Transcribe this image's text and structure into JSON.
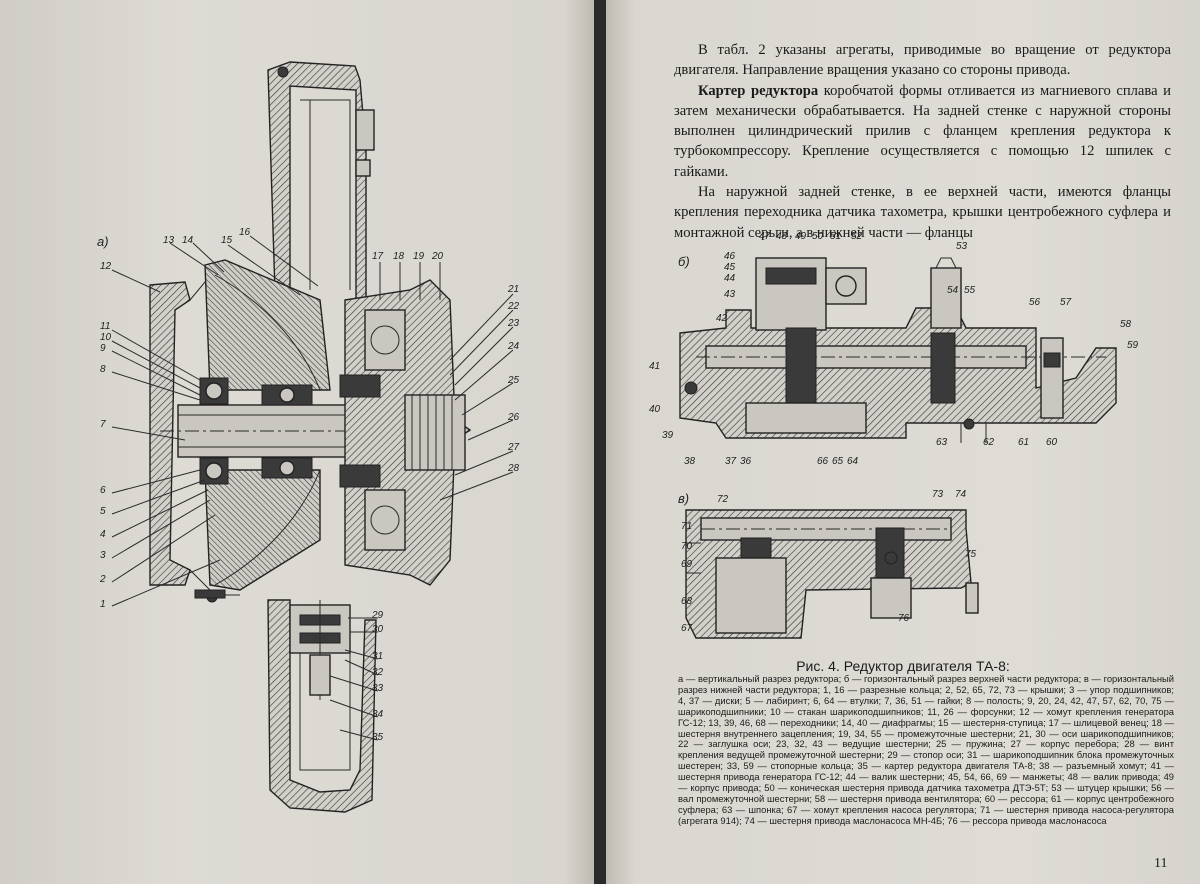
{
  "body_text": {
    "p1": "В табл. 2 указаны агрегаты, приводимые во вращение от редуктора двигателя. Направление вращения указано со стороны привода.",
    "p2_bold": "Картер редуктора",
    "p2_rest": " коробчатой формы отливается из магниевого сплава и затем механически обрабатывается. На задней стенке с наружной стороны выполнен цилиндрический прилив с фланцем крепления редуктора к турбокомпрессору. Крепление осуществляется с помощью 12 шпилек с гайками.",
    "p3": "На наружной задней стенке, в ее верхней части, имеются фланцы крепления переходника датчика тахометра, крышки центробежного суфлера и монтажной серьги, а в нижней части — фланцы"
  },
  "figure": {
    "view_a": "а)",
    "view_b": "б)",
    "view_v": "в)",
    "labels_a": [
      "12",
      "13",
      "14",
      "15",
      "16",
      "17",
      "18",
      "19",
      "20",
      "21",
      "22",
      "23",
      "24",
      "25",
      "26",
      "27",
      "28",
      "11",
      "10",
      "9",
      "8",
      "7",
      "6",
      "5",
      "4",
      "3",
      "2",
      "1",
      "29",
      "30",
      "31",
      "32",
      "33",
      "34",
      "35"
    ],
    "labels_b": [
      "47",
      "48",
      "49",
      "50",
      "51",
      "52",
      "53",
      "46",
      "45",
      "44",
      "43",
      "42",
      "54",
      "55",
      "56",
      "57",
      "58",
      "59",
      "41",
      "40",
      "39",
      "38",
      "37",
      "36",
      "66",
      "65",
      "64",
      "63",
      "62",
      "61",
      "60"
    ],
    "labels_v": [
      "72",
      "73",
      "74",
      "71",
      "70",
      "69",
      "75",
      "68",
      "67",
      "76"
    ]
  },
  "caption": {
    "title": "Рис. 4. Редуктор двигателя ТА-8:",
    "legend": "а — вертикальный разрез редуктора; б — горизонтальный разрез верхней части редуктора; в — горизонтальный разрез нижней части редуктора; 1, 16 — разрезные кольца; 2, 52, 65, 72, 73 — крышки; 3 — упор подшипников; 4, 37 — диски; 5 — лабиринт; 6, 64 — втулки; 7, 36, 51 — гайки; 8 — полость; 9, 20, 24, 42, 47, 57, 62, 70, 75 — шарикоподшипники; 10 — стакан шарикоподшипников; 11, 26 — форсунки; 12 — хомут крепления генератора ГС-12; 13, 39, 46, 68 — переходники; 14, 40 — диафрагмы; 15 — шестерня-ступица; 17 — шлицевой венец; 18 — шестерня внутреннего зацепления; 19, 34, 55 — промежуточные шестерни; 21, 30 — оси шарикоподшипников; 22 — заглушка оси; 23, 32, 43 — ведущие шестерни; 25 — пружина; 27 — корпус перебора; 28 — винт крепления ведущей промежуточной шестерни; 29 — стопор оси; 31 — шарикоподшипник блока промежуточных шестерен; 33, 59 — стопорные кольца; 35 — картер редуктора двигателя ТА-8; 38 — разъемный хомут; 41 — шестерня привода генератора ГС-12; 44 — валик шестерни; 45, 54, 66, 69 — манжеты; 48 — валик привода; 49 — корпус привода; 50 — коническая шестерня привода датчика тахометра ДТЭ-5Т; 53 — штуцер крышки; 56 — вал промежуточной шестерни; 58 — шестерня привода вентилятора; 60 — рессора; 61 — корпус центробежного суфлера; 63 — шпонка; 67 — хомут крепления насоса регулятора; 71 — шестерня привода насоса-регулятора (агрегата 914); 74 — шестерня привода маслонасоса МН-4Б; 76 — рессора привода маслонасоса"
  },
  "page_number": "11"
}
